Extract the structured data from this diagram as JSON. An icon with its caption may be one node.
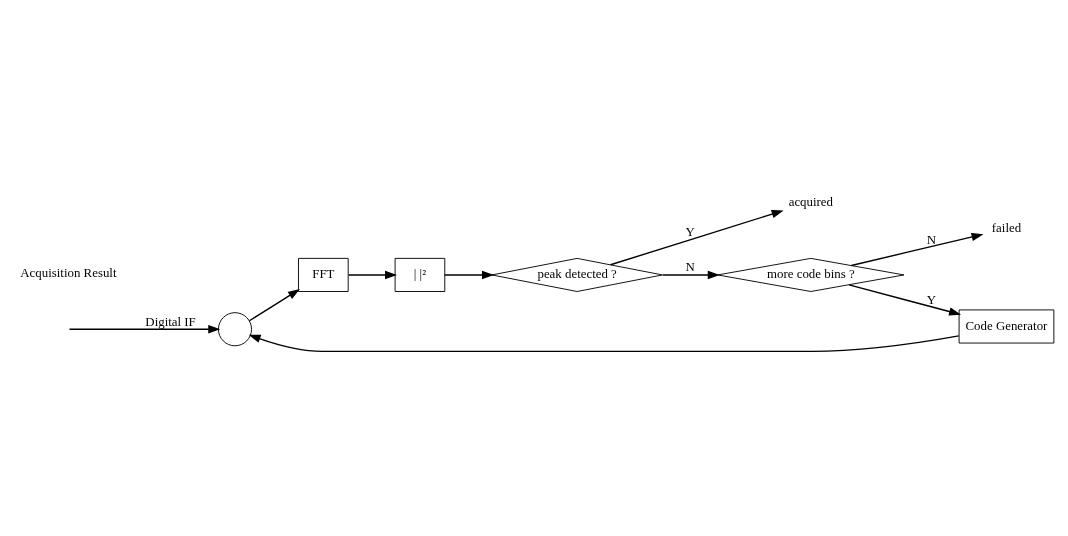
{
  "diagram": {
    "nodes": [
      {
        "text": [],
        "shape": "circle"
      },
      {
        "text": [
          "FFT"
        ]
      },
      {
        "text": [
          "| |²"
        ]
      },
      {
        "text": [
          "Code Generator"
        ]
      },
      {
        "text": [
          "more code bins ?"
        ]
      },
      {
        "text": [
          "peak detected ?"
        ]
      },
      {
        "text": [
          "failed"
        ]
      },
      {
        "text": [
          "acquired"
        ]
      }
    ],
    "edges": [
      {
        "from": null,
        "to": 0,
        "arrow": "to",
        "label": "Digital IF"
      },
      {
        "from": 0,
        "to": 1,
        "arrow": "to"
      },
      {
        "from": 1,
        "to": 2,
        "arrow": "to"
      },
      {
        "from": 2,
        "to": 5,
        "arrow": "to"
      },
      {
        "from": 5,
        "to": 4,
        "arrow": "to",
        "label": "N"
      },
      {
        "from": 4,
        "to": 3,
        "arrow": "to",
        "label": "Y"
      },
      {
        "from": 3,
        "to": 0,
        "arrow": "to"
      },
      {
        "from": 4,
        "to": 6,
        "arrow": "to",
        "label": "N"
      },
      {
        "from": 5,
        "to": 7,
        "arrow": "to",
        "label": "Y"
      }
    ],
    "labels": [
      "Acquisition Result"
    ]
  }
}
